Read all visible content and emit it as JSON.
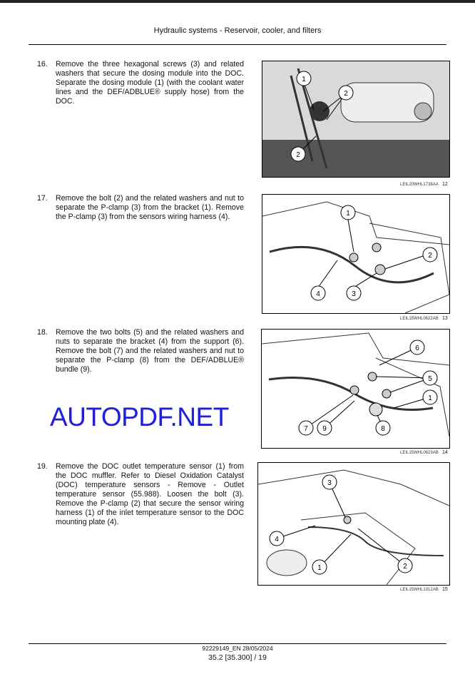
{
  "header": {
    "title": "Hydraulic systems - Reservoir, cooler, and filters"
  },
  "steps": [
    {
      "num": "16.",
      "text": "Remove the three hexagonal screws (3) and related washers that secure the dosing module into the DOC. Separate the dosing module (1) (with the coolant water lines and the DEF/ADBLUE® supply hose) from the DOC."
    },
    {
      "num": "17.",
      "text": "Remove the bolt (2) and the related washers and nut to separate the P-clamp (3) from the bracket (1). Remove the P-clamp (3) from the sensors wiring harness (4)."
    },
    {
      "num": "18.",
      "text": "Remove the two bolts (5) and the related washers and nuts to separate the bracket (4) from the support (6). Remove the bolt (7) and the related washers and nut to separate the P-clamp (8) from the DEF/ADBLUE® bundle (9)."
    },
    {
      "num": "19.",
      "text": "Remove the DOC outlet temperature sensor (1) from the DOC muffler. Refer to Diesel Oxidation Catalyst (DOC) temperature sensors - Remove - Outlet temperature sensor (55.988). Loosen the bolt (3). Remove the P-clamp (2) that secure the sensor wiring harness (1) of the inlet temperature sensor to the DOC mounting plate (4)."
    }
  ],
  "figures": [
    {
      "code": "LEIL20WHL1738AA",
      "num": "12",
      "callouts": [
        "1",
        "2",
        "2"
      ]
    },
    {
      "code": "LEIL15WHL0622AB",
      "num": "13",
      "callouts": [
        "1",
        "2",
        "4",
        "3"
      ]
    },
    {
      "code": "LEIL15WHL0623AB",
      "num": "14",
      "callouts": [
        "6",
        "5",
        "1",
        "7",
        "9",
        "8"
      ]
    },
    {
      "code": "LEIL15WHL1312AB",
      "num": "15",
      "callouts": [
        "3",
        "4",
        "1",
        "2"
      ]
    }
  ],
  "watermark": "AUTOPDF.NET",
  "footer": {
    "doc": "92229149_EN 28/05/2024",
    "page": "35.2 [35.300] / 19"
  }
}
